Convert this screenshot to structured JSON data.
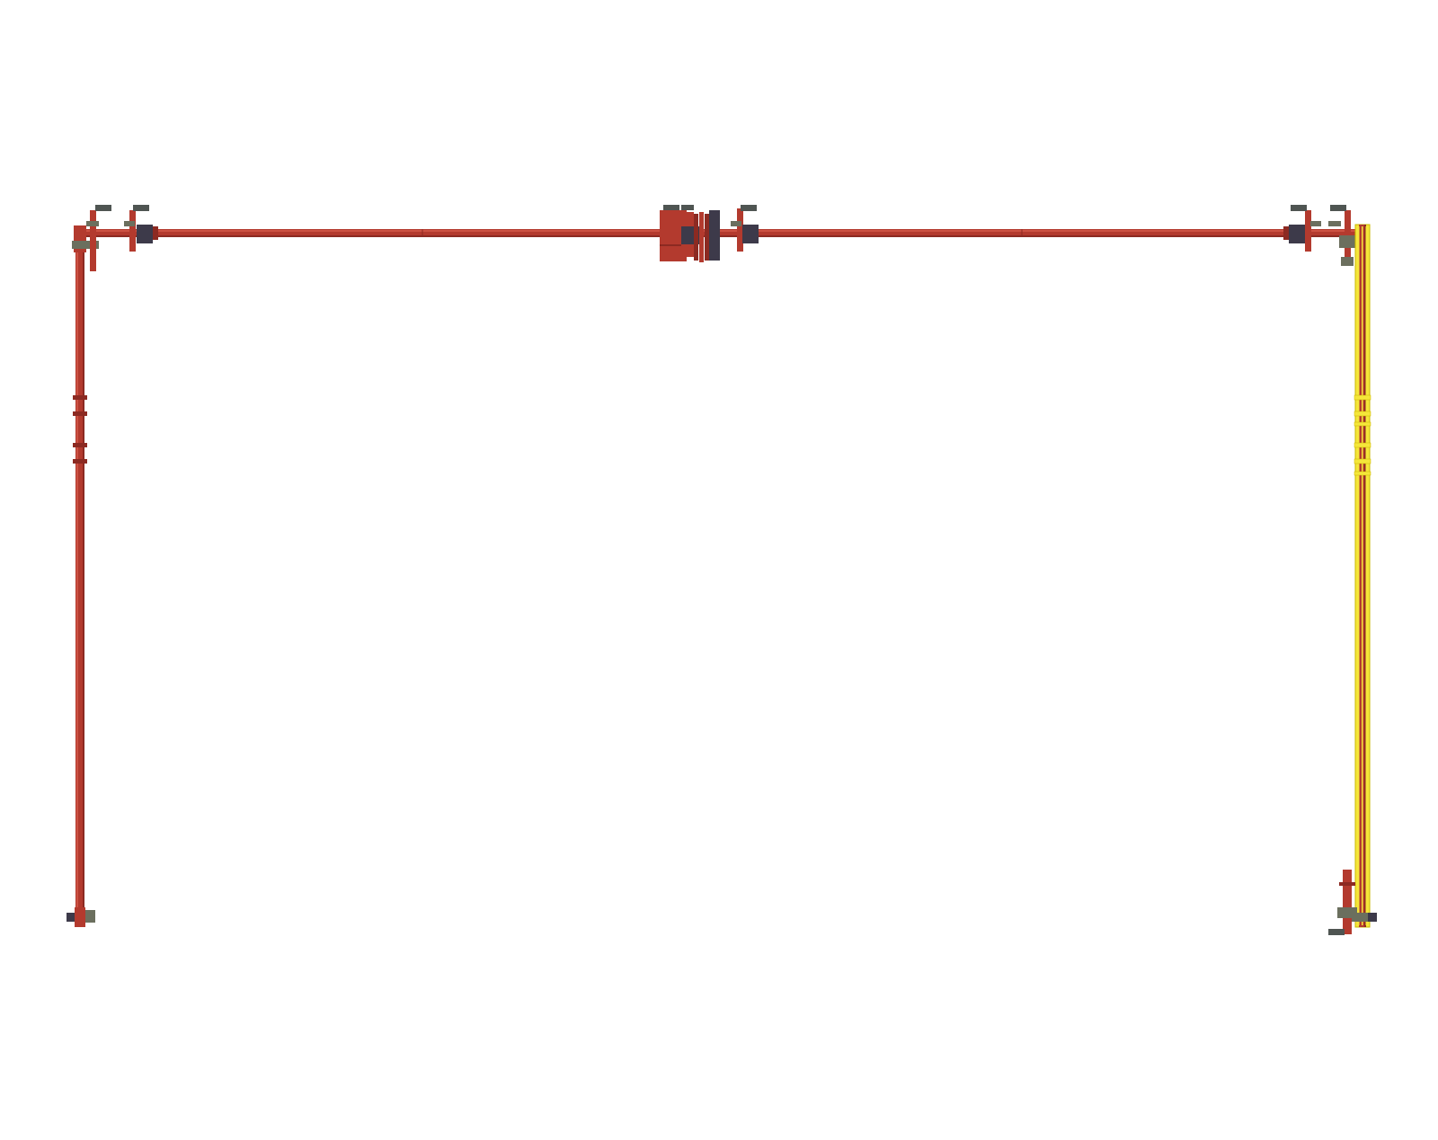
{
  "colors": {
    "background": "#ffffff",
    "pipe": "#b33a2e",
    "pipe_dark": "#8c2a22",
    "pipe_highlight": "#cc5243",
    "fitting_dark": "#3d3a4a",
    "fitting_gray": "#6b6f5e",
    "clamp_gray": "#4f5552",
    "trace_yellow": "#f5e63a",
    "trace_outline": "#c9b800"
  },
  "parts": {
    "top_pipe": "pipe",
    "left_pipe": "pipe",
    "right_pipe": "pipe",
    "right_trace": "trace_yellow",
    "valve": "fitting_dark"
  }
}
